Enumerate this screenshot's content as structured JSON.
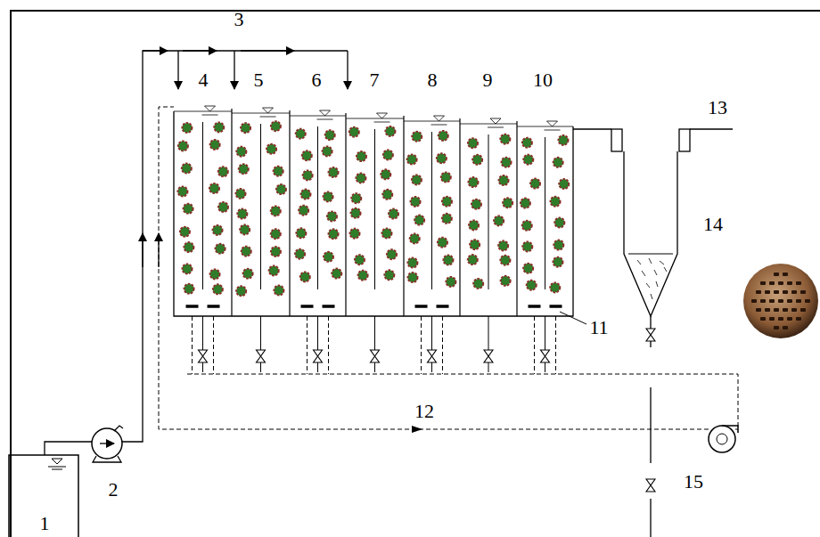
{
  "diagram": {
    "labels": [
      "3",
      "4",
      "5",
      "6",
      "7",
      "8",
      "9",
      "10",
      "13",
      "14",
      "11",
      "12",
      "2",
      "15",
      "1"
    ]
  }
}
